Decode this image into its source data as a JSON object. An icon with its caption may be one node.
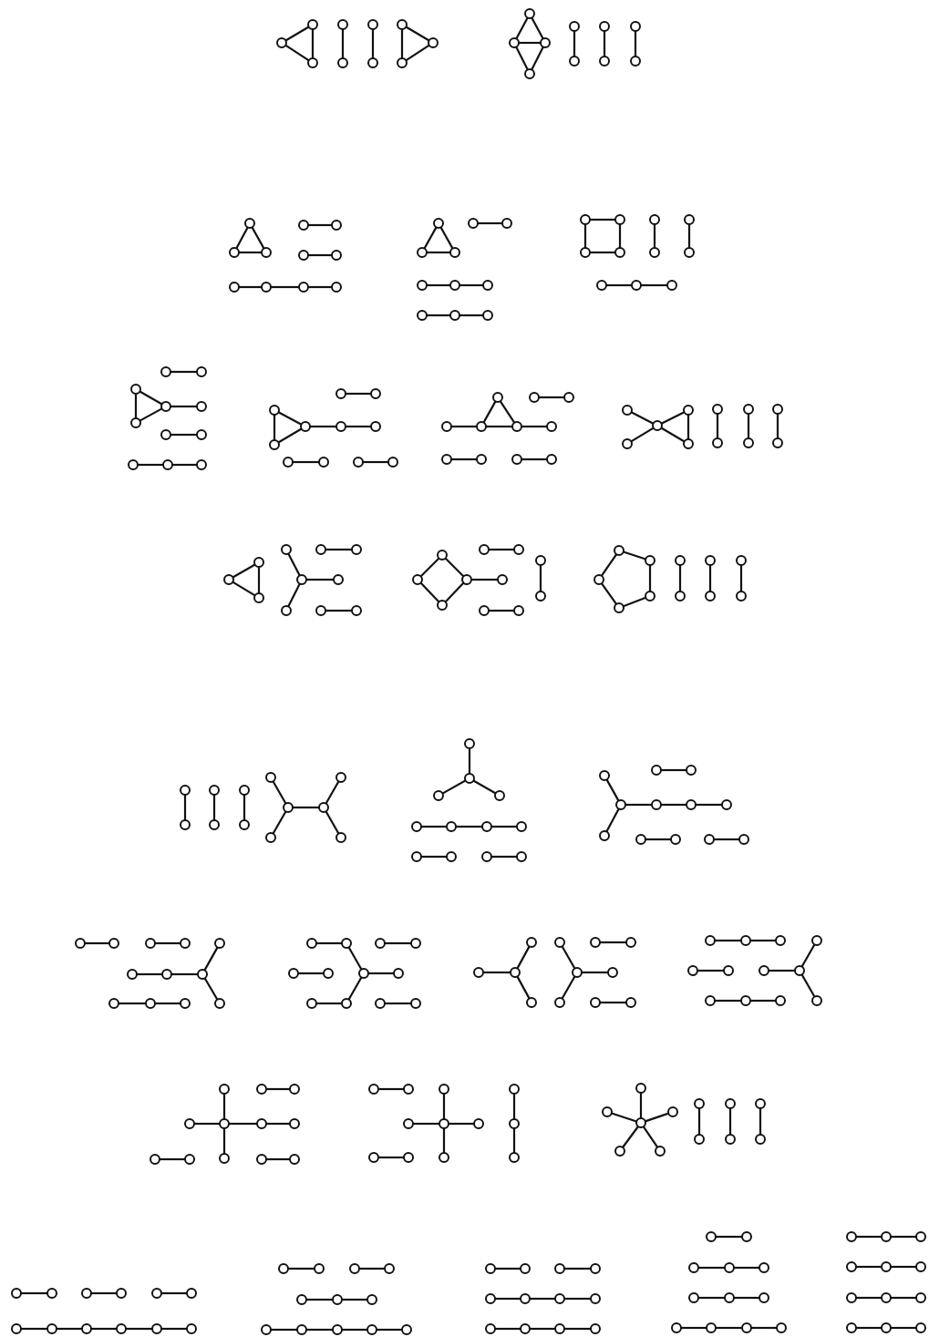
{
  "diagram": {
    "nodes": [
      {
        "text": [],
        "shape": "circle"
      },
      {
        "text": [],
        "shape": "circle"
      },
      {
        "text": [],
        "shape": "circle"
      },
      {
        "text": [],
        "shape": "circle"
      },
      {
        "text": [],
        "shape": "circle"
      },
      {
        "text": [],
        "shape": "circle"
      },
      {
        "text": [],
        "shape": "circle"
      },
      {
        "text": [],
        "shape": "circle"
      },
      {
        "text": [],
        "shape": "circle"
      },
      {
        "text": [],
        "shape": "circle"
      },
      {
        "text": [],
        "shape": "circle"
      },
      {
        "text": [],
        "shape": "circle"
      },
      {
        "text": [],
        "shape": "circle"
      },
      {
        "text": [],
        "shape": "circle"
      },
      {
        "text": [],
        "shape": "circle"
      },
      {
        "text": [],
        "shape": "circle"
      },
      {
        "text": [],
        "shape": "circle"
      },
      {
        "text": [],
        "shape": "circle"
      },
      {
        "text": [],
        "shape": "circle"
      },
      {
        "text": [],
        "shape": "circle"
      },
      {
        "text": [],
        "shape": "circle"
      },
      {
        "text": [],
        "shape": "circle"
      },
      {
        "text": [],
        "shape": "circle"
      },
      {
        "text": [],
        "shape": "circle"
      },
      {
        "text": [],
        "shape": "circle"
      },
      {
        "text": [],
        "shape": "circle"
      },
      {
        "text": [],
        "shape": "circle"
      },
      {
        "text": [],
        "shape": "circle"
      },
      {
        "text": [],
        "shape": "circle"
      },
      {
        "text": [],
        "shape": "circle"
      },
      {
        "text": [],
        "shape": "circle"
      },
      {
        "text": [],
        "shape": "circle"
      },
      {
        "text": [],
        "shape": "circle"
      },
      {
        "text": [],
        "shape": "circle"
      },
      {
        "text": [],
        "shape": "circle"
      },
      {
        "text": [],
        "shape": "circle"
      },
      {
        "text": [],
        "shape": "circle"
      },
      {
        "text": [],
        "shape": "circle"
      },
      {
        "text": [],
        "shape": "circle"
      },
      {
        "text": [],
        "shape": "circle"
      },
      {
        "text": [],
        "shape": "circle"
      },
      {
        "text": [],
        "shape": "circle"
      },
      {
        "text": [],
        "shape": "circle"
      },
      {
        "text": [],
        "shape": "circle"
      },
      {
        "text": [],
        "shape": "circle"
      },
      {
        "text": [],
        "shape": "circle"
      },
      {
        "text": [],
        "shape": "circle"
      },
      {
        "text": [],
        "shape": "circle"
      },
      {
        "text": [],
        "shape": "circle"
      },
      {
        "text": [],
        "shape": "circle"
      },
      {
        "text": [],
        "shape": "circle"
      },
      {
        "text": [],
        "shape": "circle"
      },
      {
        "text": [],
        "shape": "circle"
      },
      {
        "text": [],
        "shape": "circle"
      },
      {
        "text": [],
        "shape": "circle"
      },
      {
        "text": [],
        "shape": "circle"
      },
      {
        "text": [],
        "shape": "circle"
      },
      {
        "text": [],
        "shape": "circle"
      },
      {
        "text": [],
        "shape": "circle"
      },
      {
        "text": [],
        "shape": "circle"
      },
      {
        "text": [],
        "shape": "circle"
      },
      {
        "text": [],
        "shape": "circle"
      },
      {
        "text": [],
        "shape": "circle"
      },
      {
        "text": [],
        "shape": "circle"
      },
      {
        "text": [],
        "shape": "circle"
      },
      {
        "text": [],
        "shape": "circle"
      },
      {
        "text": [],
        "shape": "circle"
      },
      {
        "text": [],
        "shape": "circle"
      },
      {
        "text": [],
        "shape": "circle"
      },
      {
        "text": [],
        "shape": "circle"
      },
      {
        "text": [],
        "shape": "circle"
      },
      {
        "text": [],
        "shape": "circle"
      },
      {
        "text": [],
        "shape": "circle"
      },
      {
        "text": [],
        "shape": "circle"
      },
      {
        "text": [],
        "shape": "circle"
      },
      {
        "text": [],
        "shape": "circle"
      },
      {
        "text": [],
        "shape": "circle"
      },
      {
        "text": [],
        "shape": "circle"
      },
      {
        "text": [],
        "shape": "circle"
      },
      {
        "text": [],
        "shape": "circle"
      },
      {
        "text": [],
        "shape": "circle"
      },
      {
        "text": [],
        "shape": "circle"
      },
      {
        "text": [],
        "shape": "circle"
      },
      {
        "text": [],
        "shape": "circle"
      },
      {
        "text": [],
        "shape": "circle"
      },
      {
        "text": [],
        "shape": "circle"
      },
      {
        "text": [],
        "shape": "circle"
      },
      {
        "text": [],
        "shape": "circle"
      },
      {
        "text": [],
        "shape": "circle"
      },
      {
        "text": [],
        "shape": "circle"
      },
      {
        "text": [],
        "shape": "circle"
      },
      {
        "text": [],
        "shape": "circle"
      },
      {
        "text": [],
        "shape": "circle"
      },
      {
        "text": [],
        "shape": "circle"
      },
      {
        "text": [],
        "shape": "circle"
      },
      {
        "text": [],
        "shape": "circle"
      },
      {
        "text": [],
        "shape": "circle"
      },
      {
        "text": [],
        "shape": "circle"
      },
      {
        "text": [],
        "shape": "circle"
      },
      {
        "text": [],
        "shape": "circle"
      },
      {
        "text": [],
        "shape": "circle"
      },
      {
        "text": [],
        "shape": "circle"
      },
      {
        "text": [],
        "shape": "circle"
      },
      {
        "text": [],
        "shape": "circle"
      },
      {
        "text": [],
        "shape": "circle"
      },
      {
        "text": [],
        "shape": "circle"
      },
      {
        "text": [],
        "shape": "circle"
      },
      {
        "text": [],
        "shape": "circle"
      },
      {
        "text": [],
        "shape": "circle"
      },
      {
        "text": [],
        "shape": "circle"
      },
      {
        "text": [],
        "shape": "circle"
      },
      {
        "text": [],
        "shape": "circle"
      },
      {
        "text": [],
        "shape": "circle"
      },
      {
        "text": [],
        "shape": "circle"
      },
      {
        "text": [],
        "shape": "circle"
      },
      {
        "text": [],
        "shape": "circle"
      },
      {
        "text": [],
        "shape": "circle"
      },
      {
        "text": [],
        "shape": "circle"
      },
      {
        "text": [],
        "shape": "circle"
      },
      {
        "text": [],
        "shape": "circle"
      },
      {
        "text": [],
        "shape": "circle"
      },
      {
        "text": [],
        "shape": "circle"
      },
      {
        "text": [],
        "shape": "circle"
      },
      {
        "text": [],
        "shape": "circle"
      },
      {
        "text": [],
        "shape": "circle"
      },
      {
        "text": [],
        "shape": "circle"
      },
      {
        "text": [],
        "shape": "circle"
      },
      {
        "text": [],
        "shape": "circle"
      },
      {
        "text": [],
        "shape": "circle"
      },
      {
        "text": [],
        "shape": "circle"
      },
      {
        "text": [],
        "shape": "circle"
      },
      {
        "text": [],
        "shape": "circle"
      },
      {
        "text": [],
        "shape": "circle"
      },
      {
        "text": [],
        "shape": "circle"
      },
      {
        "text": [],
        "shape": "circle"
      },
      {
        "text": [],
        "shape": "circle"
      },
      {
        "text": [],
        "shape": "circle"
      },
      {
        "text": [],
        "shape": "circle"
      },
      {
        "text": [],
        "shape": "circle"
      },
      {
        "text": [],
        "shape": "circle"
      },
      {
        "text": [],
        "shape": "circle"
      },
      {
        "text": [],
        "shape": "circle"
      },
      {
        "text": [],
        "shape": "circle"
      },
      {
        "text": [],
        "shape": "circle"
      },
      {
        "text": [],
        "shape": "circle"
      },
      {
        "text": [],
        "shape": "circle"
      },
      {
        "text": [],
        "shape": "circle"
      },
      {
        "text": [],
        "shape": "circle"
      },
      {
        "text": [],
        "shape": "circle"
      },
      {
        "text": [],
        "shape": "circle"
      },
      {
        "text": [],
        "shape": "circle"
      },
      {
        "text": [],
        "shape": "circle"
      },
      {
        "text": [],
        "shape": "circle"
      },
      {
        "text": [],
        "shape": "circle"
      },
      {
        "text": [],
        "shape": "circle"
      },
      {
        "text": [],
        "shape": "circle"
      },
      {
        "text": [],
        "shape": "circle"
      },
      {
        "text": [],
        "shape": "circle"
      },
      {
        "text": [],
        "shape": "circle"
      },
      {
        "text": [],
        "shape": "circle"
      },
      {
        "text": [],
        "shape": "circle"
      },
      {
        "text": [],
        "shape": "circle"
      },
      {
        "text": [],
        "shape": "circle"
      },
      {
        "text": [],
        "shape": "circle"
      },
      {
        "text": [],
        "shape": "circle"
      },
      {
        "text": [],
        "shape": "circle"
      },
      {
        "text": [],
        "shape": "circle"
      },
      {
        "text": [],
        "shape": "circle"
      },
      {
        "text": [],
        "shape": "circle"
      },
      {
        "text": [],
        "shape": "circle"
      },
      {
        "text": [],
        "shape": "circle"
      },
      {
        "text": [],
        "shape": "circle"
      },
      {
        "text": [],
        "shape": "circle"
      },
      {
        "text": [],
        "shape": "circle"
      },
      {
        "text": [],
        "shape": "circle"
      },
      {
        "text": [],
        "shape": "circle"
      },
      {
        "text": [],
        "shape": "circle"
      },
      {
        "text": [],
        "shape": "circle"
      },
      {
        "text": [],
        "shape": "circle"
      },
      {
        "text": [],
        "shape": "circle"
      },
      {
        "text": [],
        "shape": "circle"
      },
      {
        "text": [],
        "shape": "circle"
      },
      {
        "text": [],
        "shape": "circle"
      },
      {
        "text": [],
        "shape": "circle"
      },
      {
        "text": [],
        "shape": "circle"
      },
      {
        "text": [],
        "shape": "circle"
      },
      {
        "text": [],
        "shape": "circle"
      },
      {
        "text": [],
        "shape": "circle"
      },
      {
        "text": [],
        "shape": "circle"
      },
      {
        "text": [],
        "shape": "circle"
      },
      {
        "text": [],
        "shape": "circle"
      },
      {
        "text": [],
        "shape": "circle"
      },
      {
        "text": [],
        "shape": "circle"
      },
      {
        "text": [],
        "shape": "circle"
      },
      {
        "text": [],
        "shape": "circle"
      },
      {
        "text": [],
        "shape": "circle"
      },
      {
        "text": [],
        "shape": "circle"
      },
      {
        "text": [],
        "shape": "circle"
      },
      {
        "text": [],
        "shape": "circle"
      },
      {
        "text": [],
        "shape": "circle"
      },
      {
        "text": [],
        "shape": "circle"
      },
      {
        "text": [],
        "shape": "circle"
      },
      {
        "text": [],
        "shape": "circle"
      },
      {
        "text": [],
        "shape": "circle"
      },
      {
        "text": [],
        "shape": "circle"
      },
      {
        "text": [],
        "shape": "circle"
      },
      {
        "text": [],
        "shape": "circle"
      },
      {
        "text": [],
        "shape": "circle"
      },
      {
        "text": [],
        "shape": "circle"
      },
      {
        "text": [],
        "shape": "circle"
      },
      {
        "text": [],
        "shape": "circle"
      },
      {
        "text": [],
        "shape": "circle"
      },
      {
        "text": [],
        "shape": "circle"
      },
      {
        "text": [],
        "shape": "circle"
      },
      {
        "text": [],
        "shape": "circle"
      },
      {
        "text": [],
        "shape": "circle"
      },
      {
        "text": [],
        "shape": "circle"
      },
      {
        "text": [],
        "shape": "circle"
      },
      {
        "text": [],
        "shape": "circle"
      },
      {
        "text": [],
        "shape": "circle"
      },
      {
        "text": [],
        "shape": "circle"
      },
      {
        "text": [],
        "shape": "circle"
      },
      {
        "text": [],
        "shape": "circle"
      },
      {
        "text": [],
        "shape": "circle"
      },
      {
        "text": [],
        "shape": "circle"
      },
      {
        "text": [],
        "shape": "circle"
      },
      {
        "text": [],
        "shape": "circle"
      },
      {
        "text": [],
        "shape": "circle"
      },
      {
        "text": [],
        "shape": "circle"
      },
      {
        "text": [],
        "shape": "circle"
      },
      {
        "text": [],
        "shape": "circle"
      },
      {
        "text": [],
        "shape": "circle"
      },
      {
        "text": [],
        "shape": "circle"
      },
      {
        "text": [],
        "shape": "circle"
      },
      {
        "text": [],
        "shape": "circle"
      },
      {
        "text": [],
        "shape": "circle"
      },
      {
        "text": [],
        "shape": "circle"
      },
      {
        "text": [],
        "shape": "circle"
      },
      {
        "text": [],
        "shape": "circle"
      },
      {
        "text": [],
        "shape": "circle"
      },
      {
        "text": [],
        "shape": "circle"
      },
      {
        "text": [],
        "shape": "circle"
      },
      {
        "text": [],
        "shape": "circle"
      },
      {
        "text": [],
        "shape": "circle"
      },
      {
        "text": [],
        "shape": "circle"
      },
      {
        "text": [],
        "shape": "circle"
      },
      {
        "text": [],
        "shape": "circle"
      },
      {
        "text": [],
        "shape": "circle"
      },
      {
        "text": [],
        "shape": "circle"
      },
      {
        "text": [],
        "shape": "circle"
      },
      {
        "text": [],
        "shape": "circle"
      },
      {
        "text": [],
        "shape": "circle"
      },
      {
        "text": [],
        "shape": "circle"
      },
      {
        "text": [],
        "shape": "circle"
      },
      {
        "text": [],
        "shape": "circle"
      },
      {
        "text": [],
        "shape": "circle"
      },
      {
        "text": [],
        "shape": "circle"
      },
      {
        "text": [],
        "shape": "circle"
      },
      {
        "text": [],
        "shape": "circle"
      },
      {
        "text": [],
        "shape": "circle"
      },
      {
        "text": [],
        "shape": "circle"
      },
      {
        "text": [],
        "shape": "circle"
      },
      {
        "text": [],
        "shape": "circle"
      },
      {
        "text": [],
        "shape": "circle"
      },
      {
        "text": [],
        "shape": "circle"
      },
      {
        "text": [],
        "shape": "circle"
      },
      {
        "text": [],
        "shape": "circle"
      },
      {
        "text": [],
        "shape": "circle"
      },
      {
        "text": [],
        "shape": "circle"
      },
      {
        "text": [],
        "shape": "circle"
      },
      {
        "text": [],
        "shape": "circle"
      },
      {
        "text": [],
        "shape": "circle"
      },
      {
        "text": [],
        "shape": "circle"
      },
      {
        "text": [],
        "shape": "circle"
      },
      {
        "text": [],
        "shape": "circle"
      },
      {
        "text": [],
        "shape": "circle"
      },
      {
        "text": [],
        "shape": "circle"
      },
      {
        "text": [],
        "shape": "circle"
      },
      {
        "text": [],
        "shape": "circle"
      },
      {
        "text": [],
        "shape": "circle"
      },
      {
        "text": [],
        "shape": "circle"
      },
      {
        "text": [],
        "shape": "circle"
      },
      {
        "text": [],
        "shape": "circle"
      },
      {
        "text": [],
        "shape": "circle"
      },
      {
        "text": [],
        "shape": "circle"
      },
      {
        "text": [],
        "shape": "circle"
      },
      {
        "text": [],
        "shape": "circle"
      },
      {
        "text": [],
        "shape": "circle"
      },
      {
        "text": [],
        "shape": "circle"
      },
      {
        "text": [],
        "shape": "circle"
      },
      {
        "text": [],
        "shape": "circle"
      },
      {
        "text": [],
        "shape": "circle"
      },
      {
        "text": [],
        "shape": "circle"
      },
      {
        "text": [],
        "shape": "circle"
      },
      {
        "text": [],
        "shape": "circle"
      },
      {
        "text": [],
        "shape": "circle"
      },
      {
        "text": [],
        "shape": "circle"
      },
      {
        "text": [],
        "shape": "circle"
      },
      {
        "text": [],
        "shape": "circle"
      },
      {
        "text": [],
        "shape": "circle"
      },
      {
        "text": [],
        "shape": "circle"
      },
      {
        "text": [],
        "shape": "circle"
      },
      {
        "text": [],
        "shape": "circle"
      },
      {
        "text": [],
        "shape": "circle"
      },
      {
        "text": [],
        "shape": "circle"
      },
      {
        "text": [],
        "shape": "circle"
      },
      {
        "text": [],
        "shape": "circle"
      },
      {
        "text": [],
        "shape": "circle"
      },
      {
        "text": [],
        "shape": "circle"
      },
      {
        "text": [],
        "shape": "circle"
      }
    ],
    "edges": [
      {
        "from": 0,
        "to": 1,
        "arrow": "none"
      },
      {
        "from": 1,
        "to": 2,
        "arrow": "none"
      },
      {
        "from": 2,
        "to": 0,
        "arrow": "none"
      },
      {
        "from": 3,
        "to": 4,
        "arrow": "none"
      },
      {
        "from": 5,
        "to": 6,
        "arrow": "none"
      },
      {
        "from": 7,
        "to": 8,
        "arrow": "none"
      },
      {
        "from": 8,
        "to": 9,
        "arrow": "none"
      },
      {
        "from": 9,
        "to": 7,
        "arrow": "none"
      },
      {
        "from": 10,
        "to": 11,
        "arrow": "none"
      },
      {
        "from": 10,
        "to": 12,
        "arrow": "none"
      },
      {
        "from": 11,
        "to": 12,
        "arrow": "none"
      },
      {
        "from": 11,
        "to": 13,
        "arrow": "none"
      },
      {
        "from": 12,
        "to": 13,
        "arrow": "none"
      },
      {
        "from": 14,
        "to": 15,
        "arrow": "none"
      },
      {
        "from": 16,
        "to": 17,
        "arrow": "none"
      },
      {
        "from": 18,
        "to": 19,
        "arrow": "none"
      },
      {
        "from": 20,
        "to": 21,
        "arrow": "none"
      },
      {
        "from": 21,
        "to": 22,
        "arrow": "none"
      },
      {
        "from": 22,
        "to": 20,
        "arrow": "none"
      },
      {
        "from": 23,
        "to": 24,
        "arrow": "none"
      },
      {
        "from": 25,
        "to": 26,
        "arrow": "none"
      },
      {
        "from": 27,
        "to": 28,
        "arrow": "none"
      },
      {
        "from": 28,
        "to": 29,
        "arrow": "none"
      },
      {
        "from": 29,
        "to": 30,
        "arrow": "none"
      },
      {
        "from": 31,
        "to": 32,
        "arrow": "none"
      },
      {
        "from": 32,
        "to": 33,
        "arrow": "none"
      },
      {
        "from": 33,
        "to": 31,
        "arrow": "none"
      },
      {
        "from": 34,
        "to": 35,
        "arrow": "none"
      },
      {
        "from": 36,
        "to": 37,
        "arrow": "none"
      },
      {
        "from": 37,
        "to": 38,
        "arrow": "none"
      },
      {
        "from": 39,
        "to": 40,
        "arrow": "none"
      },
      {
        "from": 40,
        "to": 41,
        "arrow": "none"
      },
      {
        "from": 42,
        "to": 43,
        "arrow": "none"
      },
      {
        "from": 43,
        "to": 44,
        "arrow": "none"
      },
      {
        "from": 44,
        "to": 45,
        "arrow": "none"
      },
      {
        "from": 45,
        "to": 42,
        "arrow": "none"
      },
      {
        "from": 46,
        "to": 47,
        "arrow": "none"
      },
      {
        "from": 48,
        "to": 49,
        "arrow": "none"
      },
      {
        "from": 50,
        "to": 51,
        "arrow": "none"
      },
      {
        "from": 51,
        "to": 52,
        "arrow": "none"
      },
      {
        "from": 53,
        "to": 54,
        "arrow": "none"
      },
      {
        "from": 55,
        "to": 56,
        "arrow": "none"
      },
      {
        "from": 56,
        "to": 57,
        "arrow": "none"
      },
      {
        "from": 57,
        "to": 55,
        "arrow": "none"
      },
      {
        "from": 57,
        "to": 58,
        "arrow": "none"
      },
      {
        "from": 59,
        "to": 60,
        "arrow": "none"
      },
      {
        "from": 61,
        "to": 62,
        "arrow": "none"
      },
      {
        "from": 62,
        "to": 63,
        "arrow": "none"
      },
      {
        "from": 64,
        "to": 65,
        "arrow": "none"
      },
      {
        "from": 65,
        "to": 66,
        "arrow": "none"
      },
      {
        "from": 66,
        "to": 64,
        "arrow": "none"
      },
      {
        "from": 66,
        "to": 67,
        "arrow": "none"
      },
      {
        "from": 67,
        "to": 68,
        "arrow": "none"
      },
      {
        "from": 69,
        "to": 70,
        "arrow": "none"
      },
      {
        "from": 71,
        "to": 72,
        "arrow": "none"
      },
      {
        "from": 73,
        "to": 74,
        "arrow": "none"
      },
      {
        "from": 75,
        "to": 76,
        "arrow": "none"
      },
      {
        "from": 76,
        "to": 77,
        "arrow": "none"
      },
      {
        "from": 77,
        "to": 78,
        "arrow": "none"
      },
      {
        "from": 76,
        "to": 78,
        "arrow": "none"
      },
      {
        "from": 78,
        "to": 79,
        "arrow": "none"
      },
      {
        "from": 80,
        "to": 81,
        "arrow": "none"
      },
      {
        "from": 82,
        "to": 83,
        "arrow": "none"
      },
      {
        "from": 84,
        "to": 85,
        "arrow": "none"
      },
      {
        "from": 86,
        "to": 88,
        "arrow": "none"
      },
      {
        "from": 87,
        "to": 88,
        "arrow": "none"
      },
      {
        "from": 88,
        "to": 89,
        "arrow": "none"
      },
      {
        "from": 88,
        "to": 90,
        "arrow": "none"
      },
      {
        "from": 89,
        "to": 90,
        "arrow": "none"
      },
      {
        "from": 91,
        "to": 92,
        "arrow": "none"
      },
      {
        "from": 93,
        "to": 94,
        "arrow": "none"
      },
      {
        "from": 95,
        "to": 96,
        "arrow": "none"
      },
      {
        "from": 97,
        "to": 98,
        "arrow": "none"
      },
      {
        "from": 98,
        "to": 99,
        "arrow": "none"
      },
      {
        "from": 99,
        "to": 97,
        "arrow": "none"
      },
      {
        "from": 100,
        "to": 101,
        "arrow": "none"
      },
      {
        "from": 100,
        "to": 102,
        "arrow": "none"
      },
      {
        "from": 100,
        "to": 103,
        "arrow": "none"
      },
      {
        "from": 104,
        "to": 105,
        "arrow": "none"
      },
      {
        "from": 106,
        "to": 107,
        "arrow": "none"
      },
      {
        "from": 108,
        "to": 109,
        "arrow": "none"
      },
      {
        "from": 109,
        "to": 110,
        "arrow": "none"
      },
      {
        "from": 110,
        "to": 111,
        "arrow": "none"
      },
      {
        "from": 111,
        "to": 108,
        "arrow": "none"
      },
      {
        "from": 111,
        "to": 112,
        "arrow": "none"
      },
      {
        "from": 113,
        "to": 114,
        "arrow": "none"
      },
      {
        "from": 115,
        "to": 116,
        "arrow": "none"
      },
      {
        "from": 117,
        "to": 118,
        "arrow": "none"
      },
      {
        "from": 119,
        "to": 120,
        "arrow": "none"
      },
      {
        "from": 120,
        "to": 121,
        "arrow": "none"
      },
      {
        "from": 121,
        "to": 122,
        "arrow": "none"
      },
      {
        "from": 122,
        "to": 123,
        "arrow": "none"
      },
      {
        "from": 123,
        "to": 119,
        "arrow": "none"
      },
      {
        "from": 124,
        "to": 125,
        "arrow": "none"
      },
      {
        "from": 126,
        "to": 127,
        "arrow": "none"
      },
      {
        "from": 128,
        "to": 129,
        "arrow": "none"
      },
      {
        "from": 130,
        "to": 131,
        "arrow": "none"
      },
      {
        "from": 132,
        "to": 133,
        "arrow": "none"
      },
      {
        "from": 134,
        "to": 135,
        "arrow": "none"
      },
      {
        "from": 136,
        "to": 138,
        "arrow": "none"
      },
      {
        "from": 137,
        "to": 138,
        "arrow": "none"
      },
      {
        "from": 138,
        "to": 139,
        "arrow": "none"
      },
      {
        "from": 139,
        "to": 140,
        "arrow": "none"
      },
      {
        "from": 139,
        "to": 141,
        "arrow": "none"
      },
      {
        "from": 142,
        "to": 143,
        "arrow": "none"
      },
      {
        "from": 143,
        "to": 144,
        "arrow": "none"
      },
      {
        "from": 143,
        "to": 145,
        "arrow": "none"
      },
      {
        "from": 146,
        "to": 147,
        "arrow": "none"
      },
      {
        "from": 147,
        "to": 148,
        "arrow": "none"
      },
      {
        "from": 148,
        "to": 149,
        "arrow": "none"
      },
      {
        "from": 150,
        "to": 151,
        "arrow": "none"
      },
      {
        "from": 152,
        "to": 153,
        "arrow": "none"
      },
      {
        "from": 154,
        "to": 156,
        "arrow": "none"
      },
      {
        "from": 155,
        "to": 156,
        "arrow": "none"
      },
      {
        "from": 156,
        "to": 157,
        "arrow": "none"
      },
      {
        "from": 157,
        "to": 158,
        "arrow": "none"
      },
      {
        "from": 158,
        "to": 159,
        "arrow": "none"
      },
      {
        "from": 160,
        "to": 161,
        "arrow": "none"
      },
      {
        "from": 162,
        "to": 163,
        "arrow": "none"
      },
      {
        "from": 164,
        "to": 165,
        "arrow": "none"
      },
      {
        "from": 166,
        "to": 167,
        "arrow": "none"
      },
      {
        "from": 168,
        "to": 169,
        "arrow": "none"
      },
      {
        "from": 170,
        "to": 171,
        "arrow": "none"
      },
      {
        "from": 171,
        "to": 172,
        "arrow": "none"
      },
      {
        "from": 172,
        "to": 173,
        "arrow": "none"
      },
      {
        "from": 172,
        "to": 174,
        "arrow": "none"
      },
      {
        "from": 175,
        "to": 176,
        "arrow": "none"
      },
      {
        "from": 176,
        "to": 177,
        "arrow": "none"
      },
      {
        "from": 178,
        "to": 179,
        "arrow": "none"
      },
      {
        "from": 179,
        "to": 180,
        "arrow": "none"
      },
      {
        "from": 180,
        "to": 181,
        "arrow": "none"
      },
      {
        "from": 182,
        "to": 183,
        "arrow": "none"
      },
      {
        "from": 183,
        "to": 180,
        "arrow": "none"
      },
      {
        "from": 184,
        "to": 185,
        "arrow": "none"
      },
      {
        "from": 186,
        "to": 187,
        "arrow": "none"
      },
      {
        "from": 188,
        "to": 189,
        "arrow": "none"
      },
      {
        "from": 190,
        "to": 191,
        "arrow": "none"
      },
      {
        "from": 191,
        "to": 192,
        "arrow": "none"
      },
      {
        "from": 191,
        "to": 193,
        "arrow": "none"
      },
      {
        "from": 194,
        "to": 195,
        "arrow": "none"
      },
      {
        "from": 195,
        "to": 196,
        "arrow": "none"
      },
      {
        "from": 195,
        "to": 197,
        "arrow": "none"
      },
      {
        "from": 198,
        "to": 199,
        "arrow": "none"
      },
      {
        "from": 200,
        "to": 201,
        "arrow": "none"
      },
      {
        "from": 202,
        "to": 203,
        "arrow": "none"
      },
      {
        "from": 203,
        "to": 204,
        "arrow": "none"
      },
      {
        "from": 205,
        "to": 206,
        "arrow": "none"
      },
      {
        "from": 207,
        "to": 208,
        "arrow": "none"
      },
      {
        "from": 208,
        "to": 209,
        "arrow": "none"
      },
      {
        "from": 208,
        "to": 210,
        "arrow": "none"
      },
      {
        "from": 211,
        "to": 212,
        "arrow": "none"
      },
      {
        "from": 212,
        "to": 213,
        "arrow": "none"
      },
      {
        "from": 214,
        "to": 216,
        "arrow": "none"
      },
      {
        "from": 215,
        "to": 216,
        "arrow": "none"
      },
      {
        "from": 216,
        "to": 217,
        "arrow": "none"
      },
      {
        "from": 217,
        "to": 218,
        "arrow": "none"
      },
      {
        "from": 216,
        "to": 219,
        "arrow": "none"
      },
      {
        "from": 220,
        "to": 221,
        "arrow": "none"
      },
      {
        "from": 222,
        "to": 223,
        "arrow": "none"
      },
      {
        "from": 224,
        "to": 225,
        "arrow": "none"
      },
      {
        "from": 226,
        "to": 228,
        "arrow": "none"
      },
      {
        "from": 227,
        "to": 228,
        "arrow": "none"
      },
      {
        "from": 228,
        "to": 229,
        "arrow": "none"
      },
      {
        "from": 228,
        "to": 230,
        "arrow": "none"
      },
      {
        "from": 231,
        "to": 232,
        "arrow": "none"
      },
      {
        "from": 233,
        "to": 234,
        "arrow": "none"
      },
      {
        "from": 235,
        "to": 236,
        "arrow": "none"
      },
      {
        "from": 236,
        "to": 237,
        "arrow": "none"
      },
      {
        "from": 238,
        "to": 240,
        "arrow": "none"
      },
      {
        "from": 239,
        "to": 240,
        "arrow": "none"
      },
      {
        "from": 240,
        "to": 241,
        "arrow": "none"
      },
      {
        "from": 240,
        "to": 242,
        "arrow": "none"
      },
      {
        "from": 240,
        "to": 243,
        "arrow": "none"
      },
      {
        "from": 244,
        "to": 245,
        "arrow": "none"
      },
      {
        "from": 246,
        "to": 247,
        "arrow": "none"
      },
      {
        "from": 248,
        "to": 249,
        "arrow": "none"
      },
      {
        "from": 250,
        "to": 251,
        "arrow": "none"
      },
      {
        "from": 252,
        "to": 253,
        "arrow": "none"
      },
      {
        "from": 254,
        "to": 255,
        "arrow": "none"
      },
      {
        "from": 256,
        "to": 257,
        "arrow": "none"
      },
      {
        "from": 257,
        "to": 258,
        "arrow": "none"
      },
      {
        "from": 258,
        "to": 259,
        "arrow": "none"
      },
      {
        "from": 259,
        "to": 260,
        "arrow": "none"
      },
      {
        "from": 260,
        "to": 261,
        "arrow": "none"
      },
      {
        "from": 262,
        "to": 263,
        "arrow": "none"
      },
      {
        "from": 264,
        "to": 265,
        "arrow": "none"
      },
      {
        "from": 266,
        "to": 267,
        "arrow": "none"
      },
      {
        "from": 267,
        "to": 268,
        "arrow": "none"
      },
      {
        "from": 269,
        "to": 270,
        "arrow": "none"
      },
      {
        "from": 270,
        "to": 271,
        "arrow": "none"
      },
      {
        "from": 271,
        "to": 272,
        "arrow": "none"
      },
      {
        "from": 272,
        "to": 273,
        "arrow": "none"
      },
      {
        "from": 274,
        "to": 275,
        "arrow": "none"
      },
      {
        "from": 276,
        "to": 277,
        "arrow": "none"
      },
      {
        "from": 278,
        "to": 279,
        "arrow": "none"
      },
      {
        "from": 279,
        "to": 280,
        "arrow": "none"
      },
      {
        "from": 280,
        "to": 281,
        "arrow": "none"
      },
      {
        "from": 282,
        "to": 283,
        "arrow": "none"
      },
      {
        "from": 283,
        "to": 284,
        "arrow": "none"
      },
      {
        "from": 284,
        "to": 285,
        "arrow": "none"
      },
      {
        "from": 286,
        "to": 287,
        "arrow": "none"
      },
      {
        "from": 288,
        "to": 289,
        "arrow": "none"
      },
      {
        "from": 289,
        "to": 290,
        "arrow": "none"
      },
      {
        "from": 291,
        "to": 292,
        "arrow": "none"
      },
      {
        "from": 292,
        "to": 293,
        "arrow": "none"
      },
      {
        "from": 294,
        "to": 295,
        "arrow": "none"
      },
      {
        "from": 295,
        "to": 296,
        "arrow": "none"
      },
      {
        "from": 296,
        "to": 297,
        "arrow": "none"
      },
      {
        "from": 298,
        "to": 299,
        "arrow": "none"
      },
      {
        "from": 299,
        "to": 300,
        "arrow": "none"
      },
      {
        "from": 301,
        "to": 302,
        "arrow": "none"
      },
      {
        "from": 302,
        "to": 303,
        "arrow": "none"
      },
      {
        "from": 304,
        "to": 305,
        "arrow": "none"
      },
      {
        "from": 305,
        "to": 306,
        "arrow": "none"
      },
      {
        "from": 307,
        "to": 308,
        "arrow": "none"
      },
      {
        "from": 308,
        "to": 309,
        "arrow": "none"
      }
    ]
  }
}
